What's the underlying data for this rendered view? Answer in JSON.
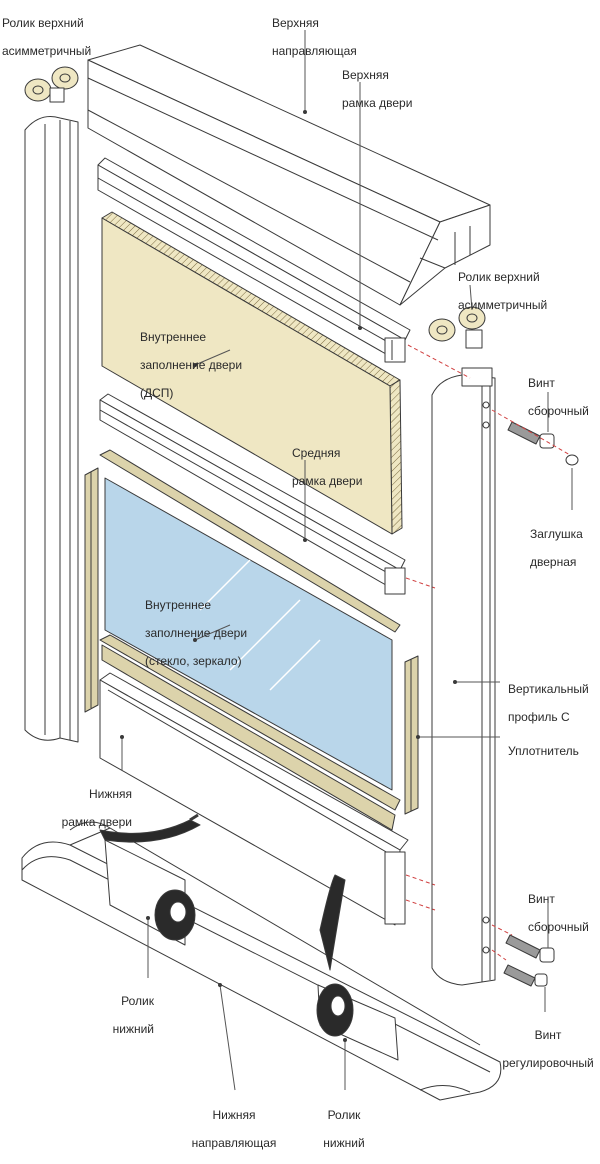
{
  "labels": {
    "roller_top_left": [
      "Ролик верхний",
      "асимметричный"
    ],
    "top_guide": [
      "Верхняя",
      "направляющая"
    ],
    "top_frame": [
      "Верхняя",
      "рамка двери"
    ],
    "roller_top_right": [
      "Ролик верхний",
      "асимметричный"
    ],
    "chipboard": [
      "Внутреннее",
      "заполнение двери",
      "(ДСП)"
    ],
    "screw_top": [
      "Винт",
      "сборочный"
    ],
    "middle_frame": [
      "Средняя",
      "рамка двери"
    ],
    "plug": [
      "Заглушка",
      "дверная"
    ],
    "glass": [
      "Внутреннее",
      "заполнение двери",
      "(стекло, зеркало)"
    ],
    "vertical_profile": [
      "Вертикальный",
      "профиль С"
    ],
    "seal": [
      "Уплотнитель"
    ],
    "bottom_frame": [
      "Нижняя",
      "рамка двери"
    ],
    "screw_bottom": [
      "Винт",
      "сборочный"
    ],
    "roller_bottom_left": [
      "Ролик",
      "нижний"
    ],
    "adjust_screw": [
      "Винт",
      "регулировочный"
    ],
    "bottom_guide": [
      "Нижняя",
      "направляющая"
    ],
    "roller_bottom_right": [
      "Ролик",
      "нижний"
    ]
  },
  "colors": {
    "outline": "#3a3a3a",
    "chipboard": "#efe7c3",
    "glass": "#b9d6ea",
    "seal": "#dcd3ab",
    "dash": "#d04040"
  }
}
